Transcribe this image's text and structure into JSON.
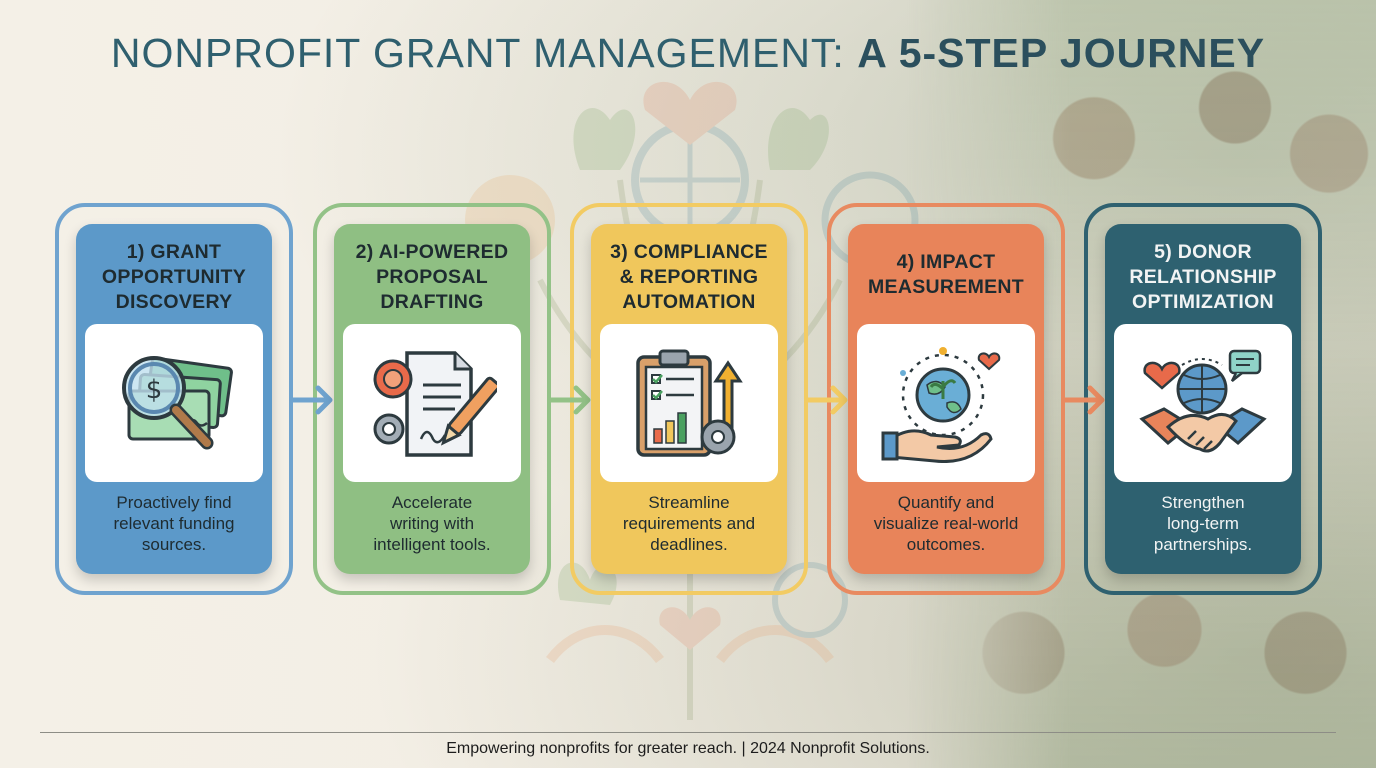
{
  "title": {
    "main": "NONPROFIT GRANT MANAGEMENT: ",
    "emphasis": "A 5-STEP JOURNEY"
  },
  "steps": [
    {
      "title_lines": [
        "1) GRANT",
        "OPPORTUNITY",
        "DISCOVERY"
      ],
      "description_lines": [
        "Proactively find",
        "relevant funding",
        "sources."
      ],
      "icon": "magnifier-money-icon",
      "color": "#5c99c9",
      "outline": "#5c99c9"
    },
    {
      "title_lines": [
        "2) AI-POWERED",
        "PROPOSAL",
        "DRAFTING"
      ],
      "description_lines": [
        "Accelerate",
        "writing with",
        "intelligent tools."
      ],
      "icon": "document-gear-pen-icon",
      "color": "#8fbf83",
      "outline": "#8fbf83"
    },
    {
      "title_lines": [
        "3) COMPLIANCE",
        "& REPORTING",
        "AUTOMATION"
      ],
      "description_lines": [
        "Streamline",
        "requirements and",
        "deadlines."
      ],
      "icon": "clipboard-chart-icon",
      "color": "#f0c75c",
      "outline": "#f0c75c"
    },
    {
      "title_lines": [
        "4) IMPACT",
        "MEASUREMENT"
      ],
      "description_lines": [
        "Quantify and",
        "visualize real-world",
        "outcomes."
      ],
      "icon": "globe-hand-icon",
      "color": "#e8845a",
      "outline": "#e8845a"
    },
    {
      "title_lines": [
        "5) DONOR",
        "RELATIONSHIP",
        "OPTIMIZATION"
      ],
      "description_lines": [
        "Strengthen",
        "long-term",
        "partnerships."
      ],
      "icon": "handshake-globe-icon",
      "color": "#2e6170",
      "outline": "#2e6170"
    }
  ],
  "footer": "Empowering nonprofits for greater reach. | 2024 Nonprofit Solutions."
}
